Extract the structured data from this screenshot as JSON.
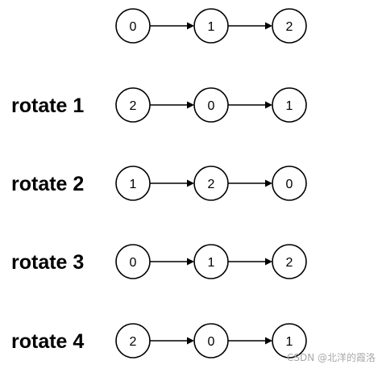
{
  "rows": [
    {
      "label": "",
      "nodes": [
        "0",
        "1",
        "2"
      ]
    },
    {
      "label": "rotate 1",
      "nodes": [
        "2",
        "0",
        "1"
      ]
    },
    {
      "label": "rotate 2",
      "nodes": [
        "1",
        "2",
        "0"
      ]
    },
    {
      "label": "rotate 3",
      "nodes": [
        "0",
        "1",
        "2"
      ]
    },
    {
      "label": "rotate 4",
      "nodes": [
        "2",
        "0",
        "1"
      ]
    }
  ],
  "watermark": "CSDN @北洋的霞洛",
  "colors": {
    "stroke": "#000000",
    "background": "#ffffff",
    "watermark": "#a8a8a8"
  }
}
